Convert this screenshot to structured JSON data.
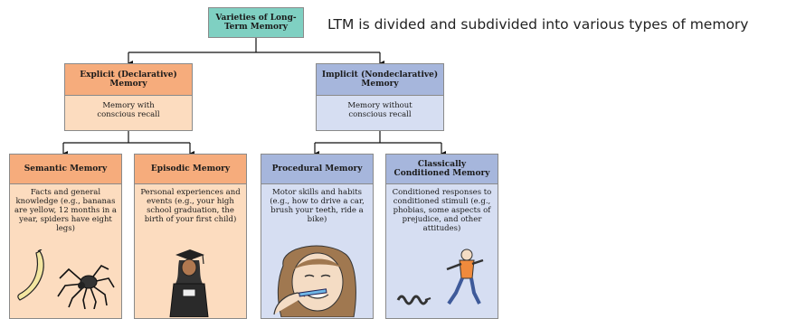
{
  "caption": "LTM is divided and subdivided into various types of memory",
  "root": {
    "title": "Varieties of Long-Term Memory"
  },
  "explicit": {
    "title": "Explicit (Declarative) Memory",
    "desc": "Memory with conscious recall"
  },
  "implicit": {
    "title": "Implicit (Nondeclarative) Memory",
    "desc": "Memory without conscious recall"
  },
  "leaves": [
    {
      "title": "Semantic Memory",
      "desc": "Facts and general knowledge (e.g., bananas are yellow, 12 months in a year, spiders have eight legs)",
      "icons": [
        "banana-icon",
        "spider-icon"
      ]
    },
    {
      "title": "Episodic Memory",
      "desc": "Personal experiences and events (e.g., your high school graduation, the birth of your first child)",
      "icons": [
        "graduate-icon"
      ]
    },
    {
      "title": "Procedural Memory",
      "desc": "Motor skills and habits (e.g., how to drive a car, brush your teeth, ride a bike)",
      "icons": [
        "toothbrushing-person-icon"
      ]
    },
    {
      "title": "Classically Conditioned Memory",
      "desc": "Conditioned responses to conditioned stimuli (e.g., phobias, some aspects of prejudice, and other attitudes)",
      "icons": [
        "snake-icon",
        "startled-person-icon"
      ]
    }
  ],
  "colors": {
    "root": "#7fd0c2",
    "explicit_header": "#f6ac7c",
    "explicit_body": "#fcdcbf",
    "implicit_header": "#a6b6dc",
    "implicit_body": "#d6def2"
  }
}
